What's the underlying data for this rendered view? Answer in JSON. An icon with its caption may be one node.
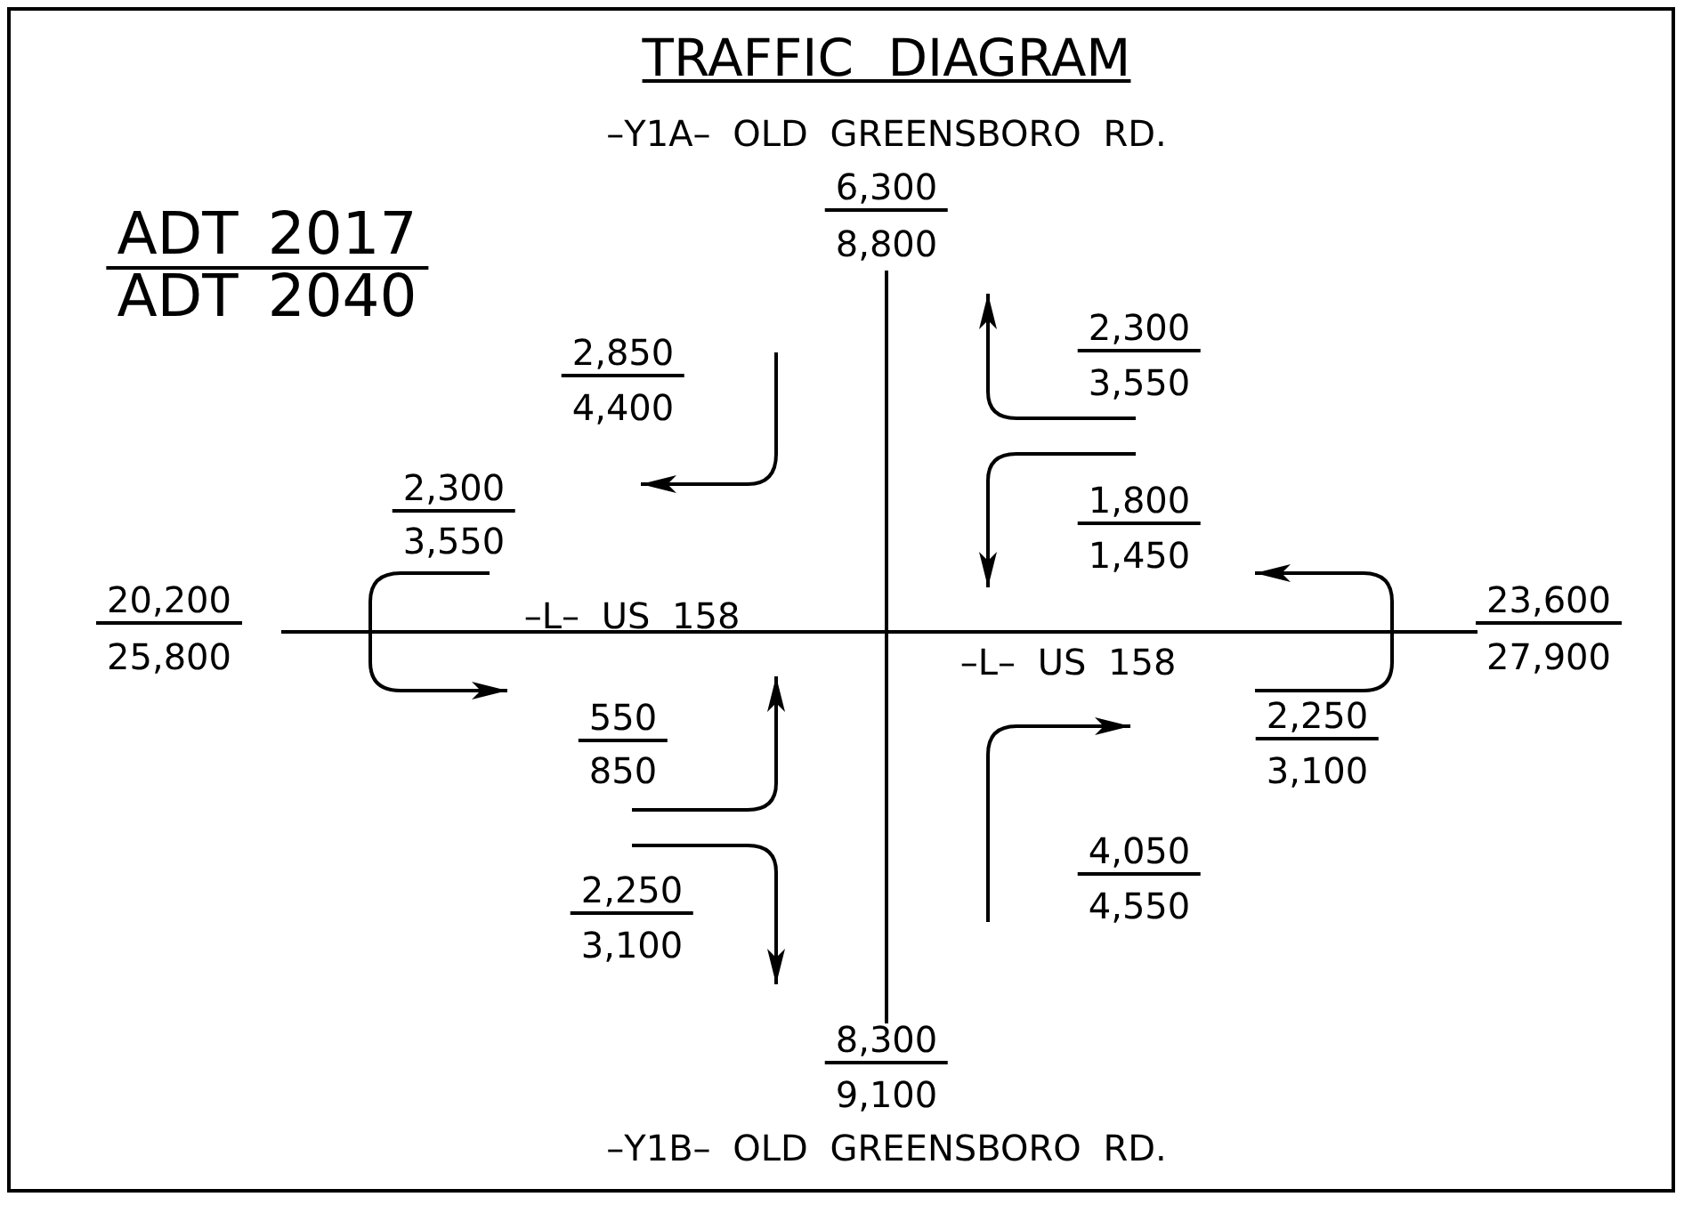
{
  "diagram": {
    "title": "TRAFFIC DIAGRAM",
    "labels": [
      "–Y1A– OLD GREENSBORO RD.",
      "ADT 2017",
      "ADT 2040",
      "6,300",
      "8,800",
      "2,300",
      "3,550",
      "2,850",
      "4,400",
      "2,300",
      "3,550",
      "1,800",
      "1,450",
      "20,200",
      "25,800",
      "–L– US 158",
      "–L– US 158",
      "23,600",
      "27,900",
      "550",
      "850",
      "2,250",
      "3,100",
      "4,050",
      "4,550",
      "2,250",
      "3,100",
      "8,300",
      "9,100",
      "–Y1B– OLD GREENSBORO RD."
    ]
  }
}
